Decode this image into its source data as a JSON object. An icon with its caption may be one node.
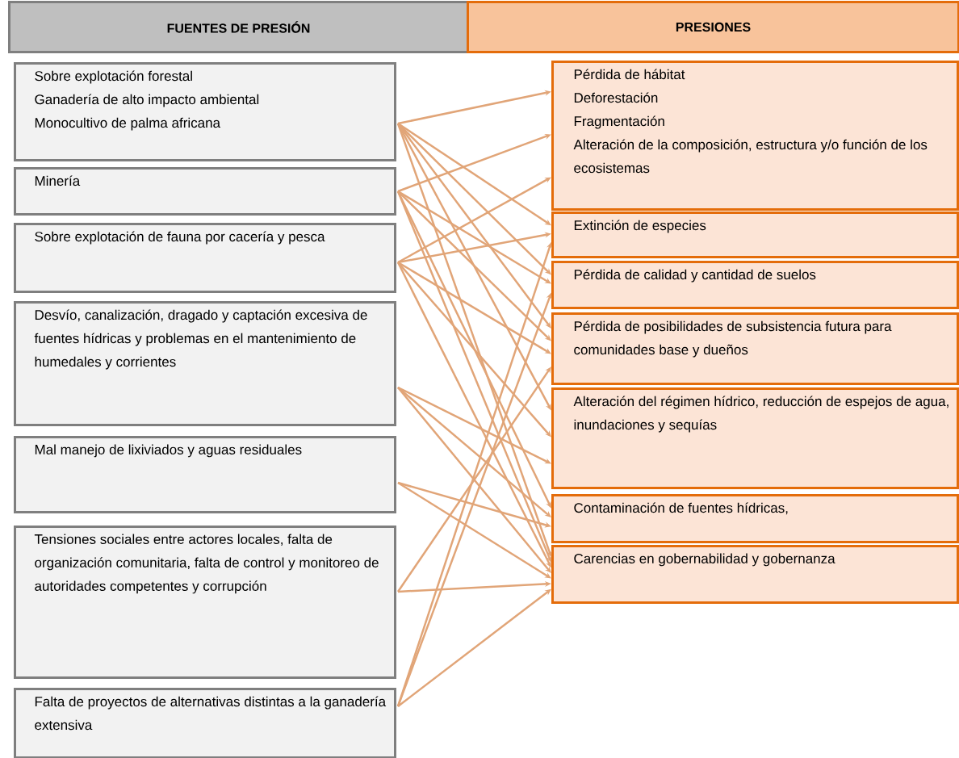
{
  "diagram": {
    "nodes": [
      {
        "text": [
          "FUENTES DE PRESIÓN"
        ]
      },
      {
        "text": [
          "PRESIONES"
        ]
      },
      {
        "text": [
          "Sobre explotación forestal",
          "Ganadería de alto impacto ambiental",
          "Monocultivo de palma africana"
        ]
      },
      {
        "text": [
          "Minería"
        ]
      },
      {
        "text": [
          "Sobre explotación de fauna por cacería  y pesca"
        ]
      },
      {
        "text": [
          "Desvío, canalización, dragado y captación excesiva de fuentes hídricas y problemas en el mantenimiento de humedales y corrientes"
        ]
      },
      {
        "text": [
          "Mal manejo de lixiviados y aguas residuales"
        ]
      },
      {
        "text": [
          "Tensiones sociales entre actores locales, falta de organización comunitaria, falta de control y monitoreo de autoridades competentes y corrupción"
        ]
      },
      {
        "text": [
          "Falta de proyectos de alternativas distintas a la ganadería extensiva"
        ]
      },
      {
        "text": [
          "Pérdida de hábitat",
          "Deforestación",
          "Fragmentación",
          "Alteración de la composición, estructura y/o función de los ecosistemas"
        ]
      },
      {
        "text": [
          "Extinción de especies"
        ]
      },
      {
        "text": [
          "Pérdida de calidad y cantidad de suelos"
        ]
      },
      {
        "text": [
          "Pérdida de posibilidades de subsistencia futura para comunidades base y dueños"
        ]
      },
      {
        "text": [
          "Alteración del régimen hídrico,  reducción de espejos de agua, inundaciones y sequías"
        ]
      },
      {
        "text": [
          "Contaminación de fuentes hídricas,"
        ]
      },
      {
        "text": [
          "Carencias en gobernabilidad y gobernanza"
        ]
      }
    ],
    "edges": [
      {
        "from": 2,
        "to": 9,
        "arrow": "to"
      },
      {
        "from": 2,
        "to": 10,
        "arrow": "to"
      },
      {
        "from": 2,
        "to": 11,
        "arrow": "to"
      },
      {
        "from": 2,
        "to": 12,
        "arrow": "to"
      },
      {
        "from": 2,
        "to": 13,
        "arrow": "to"
      },
      {
        "from": 2,
        "to": 15,
        "arrow": "to"
      },
      {
        "from": 3,
        "to": 9,
        "arrow": "to"
      },
      {
        "from": 3,
        "to": 11,
        "arrow": "to"
      },
      {
        "from": 3,
        "to": 12,
        "arrow": "to"
      },
      {
        "from": 3,
        "to": 14,
        "arrow": "to"
      },
      {
        "from": 3,
        "to": 15,
        "arrow": "to"
      },
      {
        "from": 4,
        "to": 9,
        "arrow": "to"
      },
      {
        "from": 4,
        "to": 10,
        "arrow": "to"
      },
      {
        "from": 4,
        "to": 12,
        "arrow": "to"
      },
      {
        "from": 4,
        "to": 13,
        "arrow": "to"
      },
      {
        "from": 4,
        "to": 15,
        "arrow": "to"
      },
      {
        "from": 5,
        "to": 13,
        "arrow": "to"
      },
      {
        "from": 5,
        "to": 14,
        "arrow": "to"
      },
      {
        "from": 5,
        "to": 15,
        "arrow": "to"
      },
      {
        "from": 6,
        "to": 14,
        "arrow": "to"
      },
      {
        "from": 6,
        "to": 15,
        "arrow": "to"
      },
      {
        "from": 7,
        "to": 12,
        "arrow": "to"
      },
      {
        "from": 7,
        "to": 15,
        "arrow": "to"
      },
      {
        "from": 8,
        "to": 10,
        "arrow": "to"
      },
      {
        "from": 8,
        "to": 11,
        "arrow": "to"
      },
      {
        "from": 8,
        "to": 15,
        "arrow": "to"
      }
    ]
  }
}
